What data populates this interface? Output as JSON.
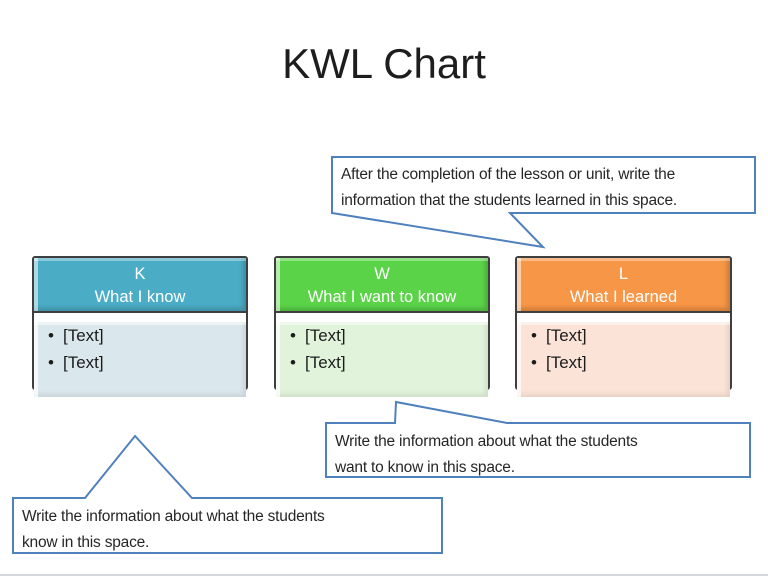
{
  "slide": {
    "title": "KWL Chart"
  },
  "kwl": {
    "bullet_glyph": "•",
    "columns": [
      {
        "id": "know",
        "letter": "K",
        "title": "What I know",
        "header_color": "#4BACC6",
        "body_color": "#DAE7ED",
        "items": [
          "[Text]",
          "[Text]"
        ]
      },
      {
        "id": "want",
        "letter": "W",
        "title": "What I want to know",
        "header_color": "#5BD348",
        "body_color": "#E1F3DB",
        "items": [
          "[Text]",
          "[Text]"
        ]
      },
      {
        "id": "learned",
        "letter": "L",
        "title": "What I learned",
        "header_color": "#F79646",
        "body_color": "#FBE3D7",
        "items": [
          "[Text]",
          "[Text]"
        ]
      }
    ]
  },
  "callouts": {
    "learned": {
      "lines": [
        "After the completion of the lesson or unit, write the",
        "information that the students learned in this space."
      ]
    },
    "want": {
      "lines": [
        "Write the information about what the students",
        "want to know in this space."
      ]
    },
    "know": {
      "lines": [
        "Write the information about what the students",
        "know in this space."
      ]
    }
  },
  "colors": {
    "callout_border": "#4F81BD",
    "column_border": "#3F3F3F",
    "bottom_rule": "#D5D8DE"
  }
}
